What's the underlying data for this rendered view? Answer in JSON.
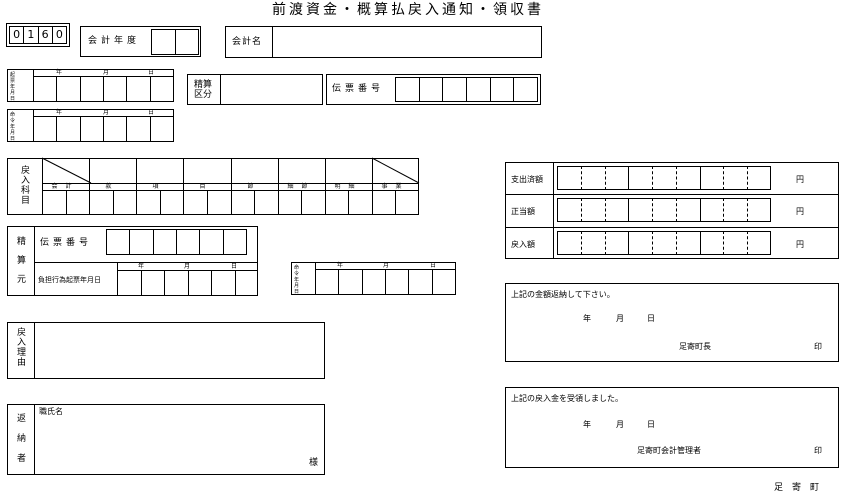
{
  "title": "前渡資金・概算払戻入通知・領収書",
  "form_code": [
    "0",
    "1",
    "6",
    "0"
  ],
  "fiscal_year_label": "会計年度",
  "account_name_label": "会計名",
  "date_row_1": {
    "label": "起票年月日",
    "year": "年",
    "month": "月",
    "day": "日"
  },
  "date_row_2": {
    "label": "命令年月日",
    "year": "年",
    "month": "月",
    "day": "日"
  },
  "settlement_type_label": "精算区分",
  "voucher_no_label": "伝票番号",
  "refund_subject": {
    "label": "戻入科目",
    "columns": [
      "会計",
      "款",
      "項",
      "目",
      "節",
      "細節",
      "明細",
      "事業"
    ]
  },
  "settlement_source": {
    "label": "精算元",
    "voucher_no_label": "伝票番号",
    "action_date_label": "負担行為起票年月日",
    "year": "年",
    "month": "月",
    "day": "日"
  },
  "order_date": {
    "label": "命令年月日",
    "year": "年",
    "month": "月",
    "day": "日"
  },
  "refund_reason_label": "戻入理由",
  "payer": {
    "label": "返納者",
    "name_label": "職氏名",
    "suffix": "様"
  },
  "amounts": [
    {
      "label": "支出済額",
      "unit": "円"
    },
    {
      "label": "正当額",
      "unit": "円"
    },
    {
      "label": "戻入額",
      "unit": "円"
    }
  ],
  "notice": {
    "text": "上記の金額返納して下さい。",
    "year": "年",
    "month": "月",
    "day": "日",
    "signer": "足寄町長",
    "seal": "印"
  },
  "receipt": {
    "text": "上記の戻入金を受領しました。",
    "year": "年",
    "month": "月",
    "day": "日",
    "signer": "足寄町会計管理者",
    "seal": "印"
  },
  "municipality": "足寄町"
}
